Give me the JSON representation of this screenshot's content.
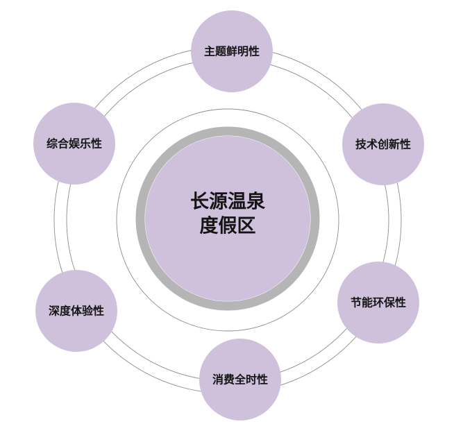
{
  "center": {
    "line1": "长源温泉",
    "line2": "度假区"
  },
  "nodes": [
    {
      "id": "theme",
      "label": "主题鲜明性"
    },
    {
      "id": "tech",
      "label": "技术创新性"
    },
    {
      "id": "eco",
      "label": "节能环保性"
    },
    {
      "id": "allday",
      "label": "消费全时性"
    },
    {
      "id": "experience",
      "label": "深度体验性"
    },
    {
      "id": "entertainment",
      "label": "综合娱乐性"
    }
  ],
  "colors": {
    "disc_fill": "#cfc0dc",
    "center_ring": "#b5b5b5",
    "orbit_line": "#8c8c8c",
    "text": "#141414"
  }
}
